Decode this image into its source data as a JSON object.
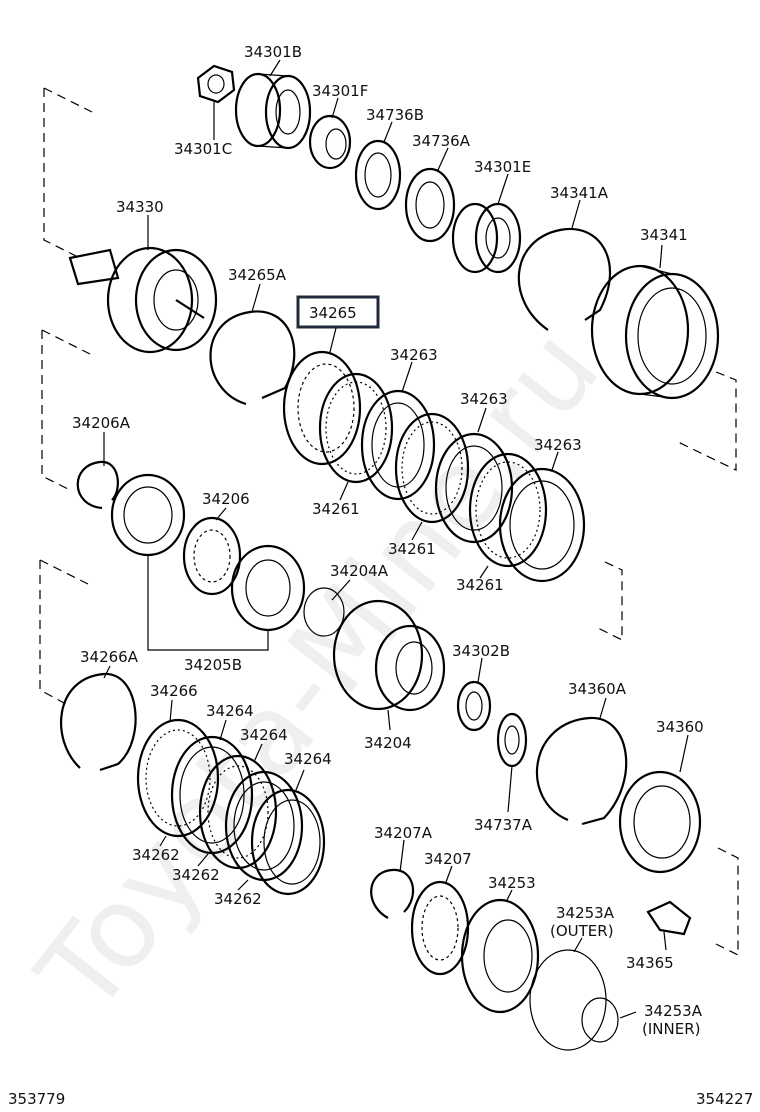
{
  "watermark": "Toyota-Mine.ru",
  "highlighted_part": "34265",
  "labels": {
    "p34301B": "34301B",
    "p34301F": "34301F",
    "p34301C": "34301C",
    "p34736B": "34736B",
    "p34736A": "34736A",
    "p34301E": "34301E",
    "p34330": "34330",
    "p34341A": "34341A",
    "p34341": "34341",
    "p34265A": "34265A",
    "p34265": "34265",
    "p34263a": "34263",
    "p34263b": "34263",
    "p34263c": "34263",
    "p34261a": "34261",
    "p34261b": "34261",
    "p34261c": "34261",
    "p34206A": "34206A",
    "p34206": "34206",
    "p34204A": "34204A",
    "p34205B": "34205B",
    "p34204": "34204",
    "p34302B": "34302B",
    "p34266A": "34266A",
    "p34266": "34266",
    "p34264a": "34264",
    "p34264b": "34264",
    "p34264c": "34264",
    "p34262a": "34262",
    "p34262b": "34262",
    "p34262c": "34262",
    "p34360A": "34360A",
    "p34360": "34360",
    "p34737A": "34737A",
    "p34207A": "34207A",
    "p34207": "34207",
    "p34253": "34253",
    "p34253A_outer": "34253A",
    "outer_note": "(OUTER)",
    "p34253A_inner": "34253A",
    "inner_note": "(INNER)",
    "p34365": "34365",
    "footer_left": "353779",
    "footer_right": "354227"
  }
}
